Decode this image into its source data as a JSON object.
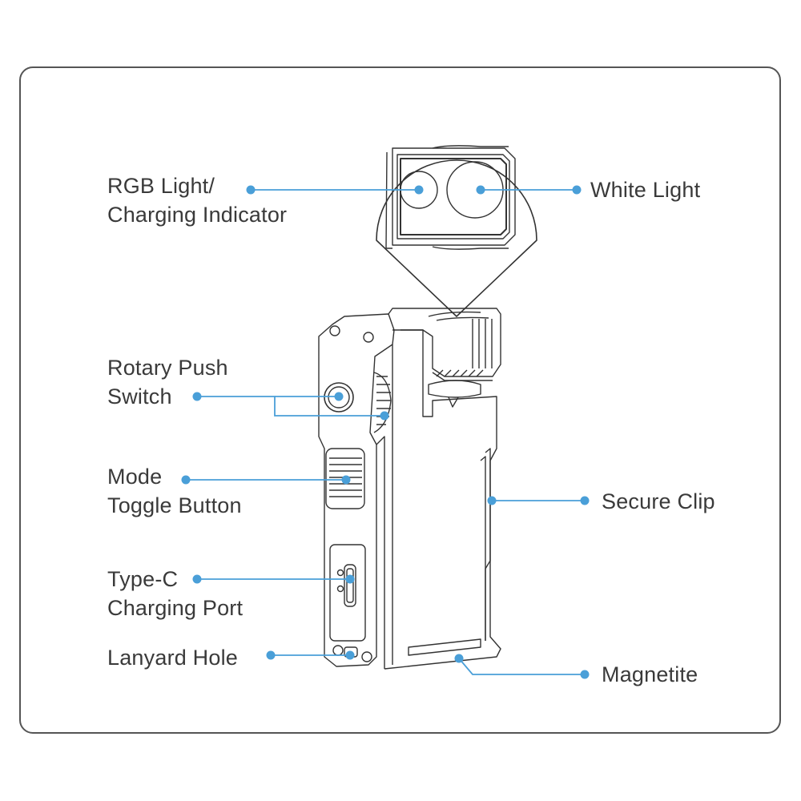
{
  "diagram": {
    "subject": "Flashlight with magnified light head",
    "accent_color": "#4a9fd8",
    "line_color": "#333333",
    "text_color": "#3a3a3a",
    "callouts": [
      {
        "id": "rgb-light",
        "lines": [
          "RGB Light/",
          "Charging Indicator"
        ],
        "side": "left"
      },
      {
        "id": "white-light",
        "lines": [
          "White Light"
        ],
        "side": "right"
      },
      {
        "id": "rotary-push-switch",
        "lines": [
          "Rotary Push",
          "Switch"
        ],
        "side": "left"
      },
      {
        "id": "mode-toggle-button",
        "lines": [
          "Mode",
          "Toggle Button"
        ],
        "side": "left"
      },
      {
        "id": "secure-clip",
        "lines": [
          "Secure Clip"
        ],
        "side": "right"
      },
      {
        "id": "type-c-port",
        "lines": [
          "Type-C",
          "Charging Port"
        ],
        "side": "left"
      },
      {
        "id": "lanyard-hole",
        "lines": [
          "Lanyard Hole"
        ],
        "side": "left"
      },
      {
        "id": "magnetite",
        "lines": [
          "Magnetite"
        ],
        "side": "right"
      }
    ]
  }
}
